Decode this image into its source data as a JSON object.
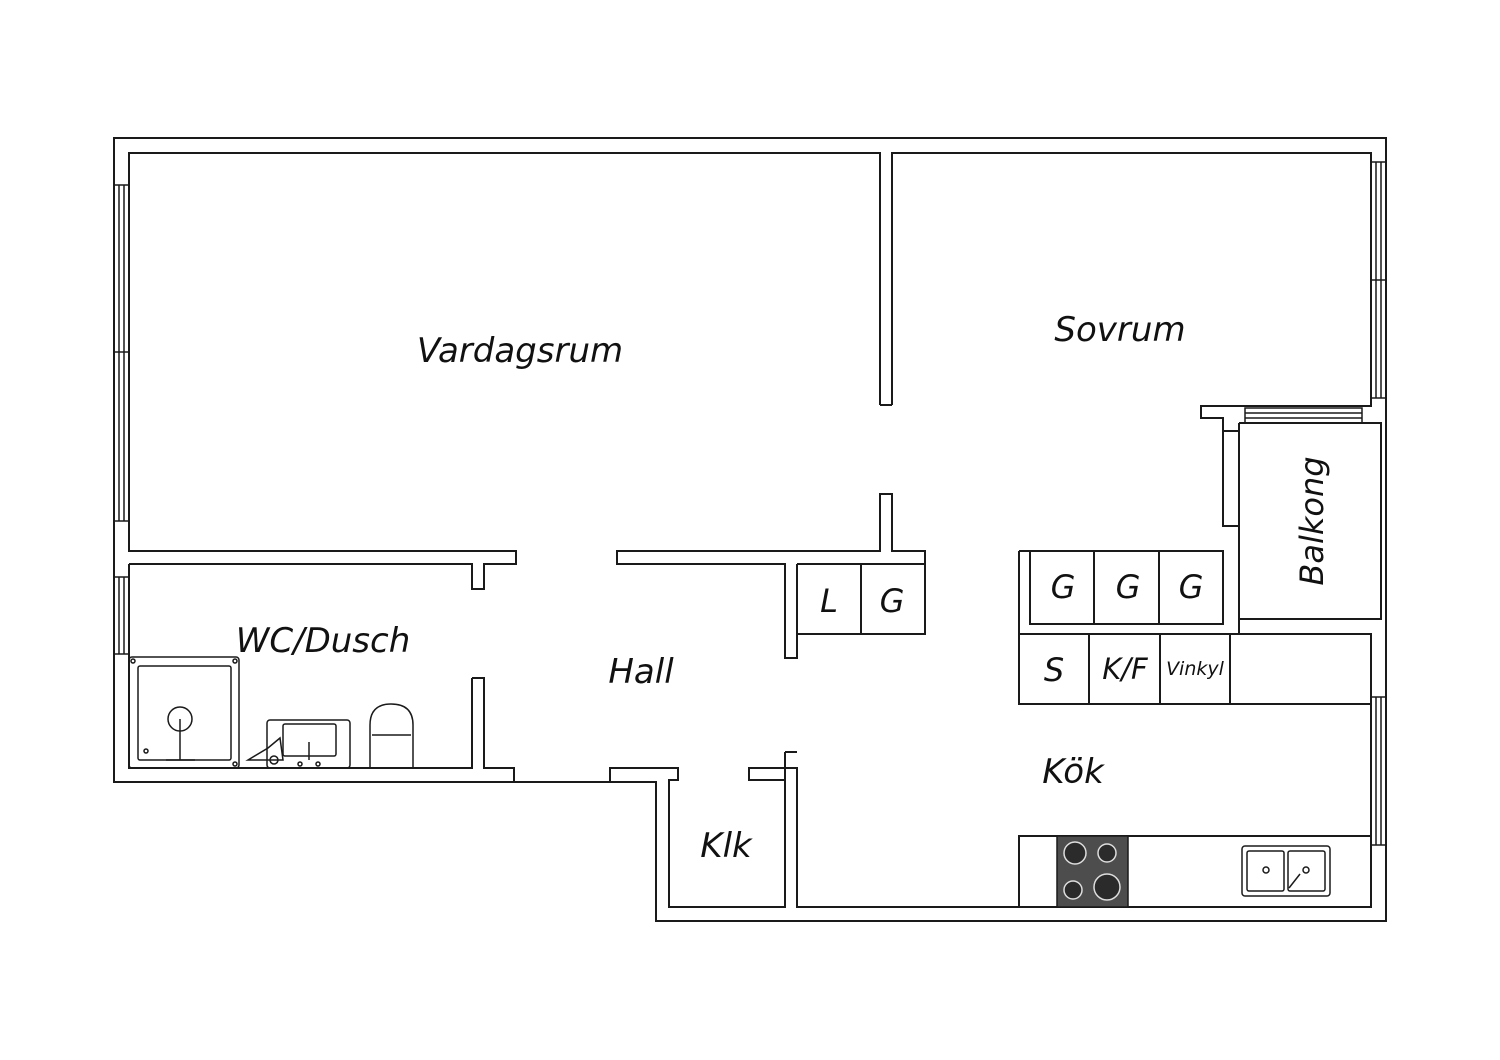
{
  "rooms": {
    "vardagsrum": "Vardagsrum",
    "sovrum": "Sovrum",
    "balkong": "Balkong",
    "wc_dusch": "WC/Dusch",
    "hall": "Hall",
    "klk": "Klk",
    "kok": "Kök"
  },
  "closets": {
    "hall_l": "L",
    "hall_g": "G",
    "kitchen_g1": "G",
    "kitchen_g2": "G",
    "kitchen_g3": "G"
  },
  "appliances": {
    "s": "S",
    "kf": "K/F",
    "vinkyl": "Vinkyl"
  },
  "colors": {
    "line": "#1a1a1a",
    "stove": "#4d4d4d",
    "burner": "#2b2b2b"
  },
  "icons": [
    "shower-icon",
    "sink-icon",
    "toilet-icon",
    "stove-icon",
    "kitchen-sink-icon"
  ]
}
